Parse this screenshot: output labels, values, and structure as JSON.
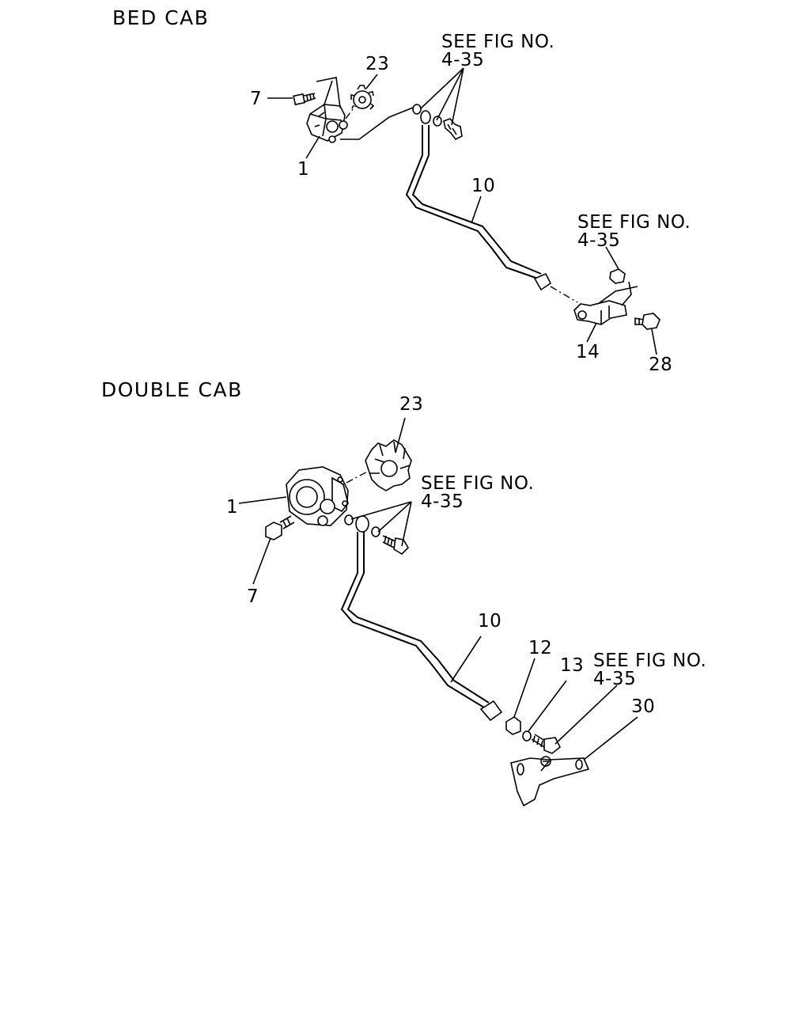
{
  "sections": {
    "bed_cab": {
      "title": "BED CAB",
      "callouts": {
        "c1": "1",
        "c7": "7",
        "c23": "23",
        "c10": "10",
        "c14": "14",
        "c28": "28"
      },
      "ref_upper": {
        "line1": "SEE FIG NO.",
        "line2": "4-35"
      },
      "ref_lower": {
        "line1": "SEE FIG NO.",
        "line2": "4-35"
      }
    },
    "double_cab": {
      "title": "DOUBLE CAB",
      "callouts": {
        "c23": "23",
        "c1": "1",
        "c7": "7",
        "c10": "10",
        "c12": "12",
        "c13": "13",
        "c30": "30"
      },
      "ref_upper": {
        "line1": "SEE FIG NO.",
        "line2": "4-35"
      },
      "ref_lower": {
        "line1": "SEE FIG NO.",
        "line2": "4-35"
      }
    }
  }
}
